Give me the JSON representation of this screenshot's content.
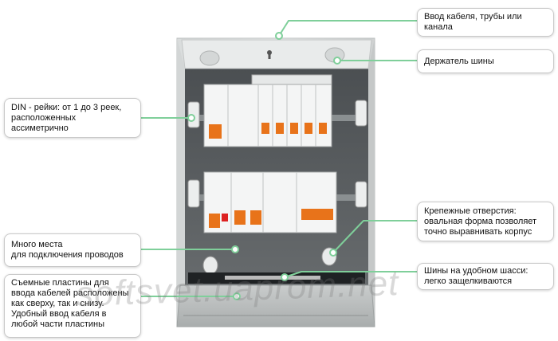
{
  "callouts": {
    "cable_entry": "Ввод кабеля, трубы или канала",
    "rail_holder": "Держатель шины",
    "din_rails": "DIN - рейки: от 1 до 3 реек, расположенных ассиметрично",
    "mounting_holes": "Крепежные отверстия: овальная форма позволяет точно выравнивать корпус",
    "wiring_space": "Много места\nдля подключения проводов",
    "bus_chassis": "Шины на удобном шасси: легко защелкиваются",
    "removable_plates": "Съемные пластины для ввода кабелей расположены как сверху, так и снизу. Удобный ввод кабеля в любой части пластины"
  },
  "watermark": "softsvet.uaprom.net",
  "colors": {
    "leader": "#7fcf9a",
    "breaker_orange": "#e8731a",
    "enclosure": "#e4e6e6",
    "interior": "#5a5d5f"
  }
}
